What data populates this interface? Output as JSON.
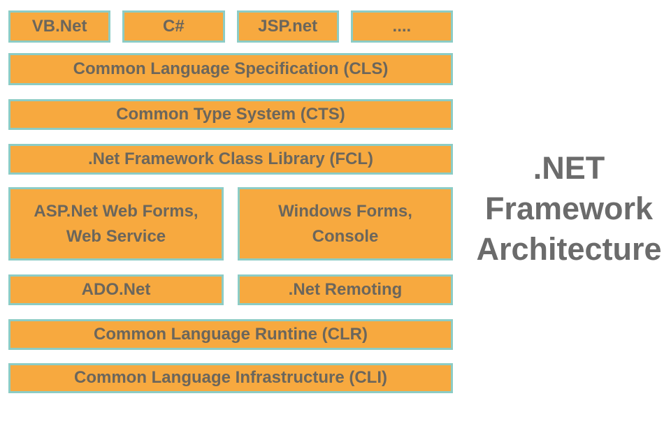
{
  "title": {
    "line1": ".NET",
    "line2": "Framework",
    "line3": "Architecture"
  },
  "stack": {
    "languages": [
      "VB.Net",
      "C#",
      "JSP.net",
      "...."
    ],
    "cls": "Common Language Specification (CLS)",
    "cts": "Common Type System (CTS)",
    "fcl": ".Net Framework Class Library (FCL)",
    "app_left_line1": "ASP.Net Web Forms,",
    "app_left_line2": "Web Service",
    "app_right_line1": "Windows Forms,",
    "app_right_line2": "Console",
    "data_left": "ADO.Net",
    "data_right": ".Net Remoting",
    "clr": "Common Language Runtine (CLR)",
    "cli": "Common Language Infrastructure (CLI)"
  },
  "colors": {
    "box_fill": "#F7A93F",
    "box_border": "#8CCCC5",
    "box_text": "#6B665C",
    "title_text": "#6B6B6B",
    "background": "#FFFFFF"
  }
}
